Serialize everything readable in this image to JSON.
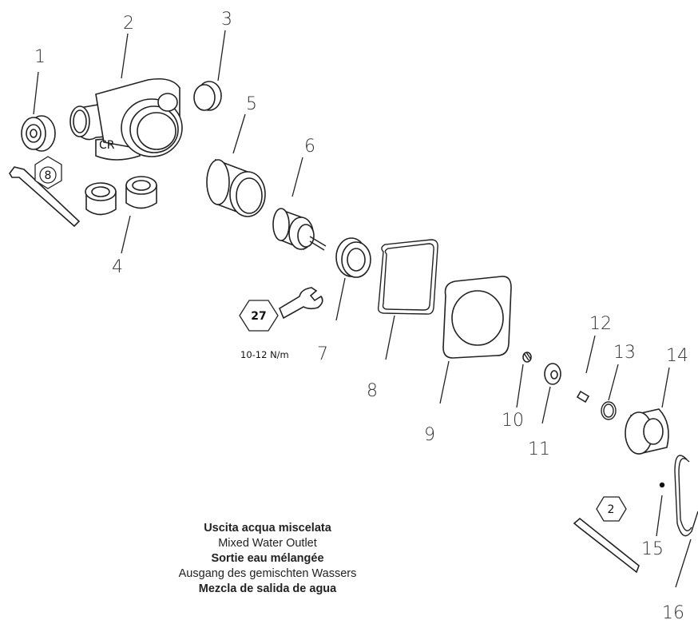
{
  "callouts": [
    "1",
    "2",
    "3",
    "4",
    "5",
    "6",
    "7",
    "8",
    "9",
    "10",
    "11",
    "12",
    "13",
    "14",
    "15",
    "16"
  ],
  "tools": {
    "hex_key_large": "8",
    "wrench": "27",
    "torque": "10-12 N/m",
    "hex_key_small": "2"
  },
  "caption": {
    "line1": "Uscita acqua miscelata",
    "line2": "Mixed Water Outlet",
    "line3": "Sortie eau mélangée",
    "line4": "Ausgang des gemischten Wassers",
    "line5": "Mezcla de salida de agua"
  },
  "body_marking": "CR"
}
